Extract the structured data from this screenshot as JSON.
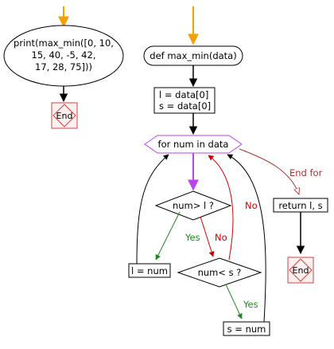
{
  "colors": {
    "start_arrow": "#f5a000",
    "flow": "#000000",
    "loop_border": "#bb44ee",
    "loop_arrow": "#bb44ee",
    "yes": "#228822",
    "no": "#cc0000",
    "end_for": "#a83232",
    "end_box_fill": "#fff0f0",
    "end_box_stroke": "#cc4444"
  },
  "main": {
    "call_lines": [
      "print(max_min([0, 10,",
      "15, 40, -5, 42,",
      "17, 28, 75]))"
    ],
    "end_label": "End"
  },
  "function": {
    "def_label": "def max_min(data)",
    "init_lines": [
      "l = data[0]",
      "s = data[0]"
    ],
    "loop_label": "for num in data",
    "cond_max": "num> l ?",
    "cond_min": "num< s ?",
    "assign_l": "l = num",
    "assign_s": "s = num",
    "return_label": "return l, s",
    "end_label": "End"
  },
  "edges": {
    "yes": "Yes",
    "no": "No",
    "end_for": "End for"
  }
}
